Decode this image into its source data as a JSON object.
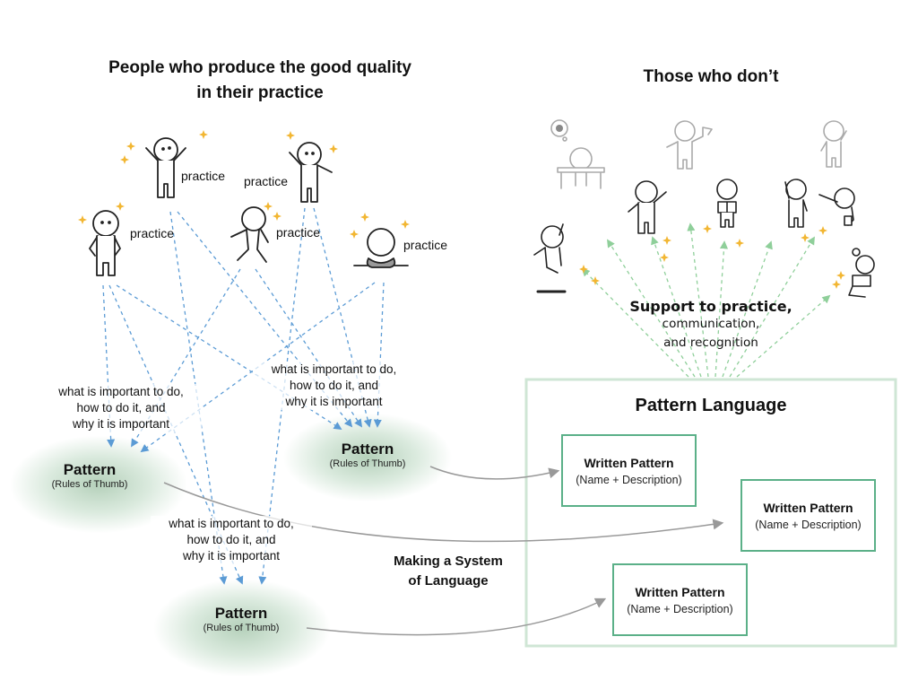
{
  "left_section": {
    "title_line1": "People who produce the good quality",
    "title_line2": "in their practice",
    "people": [
      {
        "label": "practice",
        "pose": "arms-up"
      },
      {
        "label": "practice",
        "pose": "waving"
      },
      {
        "label": "practice",
        "pose": "hand-on-hip"
      },
      {
        "label": "practice",
        "pose": "running"
      },
      {
        "label": "practice",
        "pose": "working-clay"
      }
    ],
    "annotations": [
      {
        "line1": "what is  important to do,",
        "line2": "how to  do it, and",
        "line3": "why it is important"
      },
      {
        "line1": "what is  important to do,",
        "line2": "how to  do it, and",
        "line3": "why it is important"
      },
      {
        "line1": "what is  important to do,",
        "line2": "how to  do it, and",
        "line3": "why it is important"
      }
    ],
    "patterns": [
      {
        "name": "Pattern",
        "subtitle": "(Rules of Thumb)"
      },
      {
        "name": "Pattern",
        "subtitle": "(Rules of Thumb)"
      },
      {
        "name": "Pattern",
        "subtitle": "(Rules of Thumb)"
      }
    ]
  },
  "right_section": {
    "title": "Those who don’t",
    "people": [
      {
        "pose": "sleeping-at-desk",
        "faded": true
      },
      {
        "pose": "waving-flag",
        "faded": true
      },
      {
        "pose": "thinking",
        "faded": true
      },
      {
        "pose": "jumping",
        "faded": false
      },
      {
        "pose": "waving",
        "faded": false
      },
      {
        "pose": "reading",
        "faded": false
      },
      {
        "pose": "scratching-head",
        "faded": false
      },
      {
        "pose": "reaching",
        "faded": false
      },
      {
        "pose": "reading-sitting-idea",
        "faded": false
      }
    ],
    "support_main": "Support to practice,",
    "support_line2": "communication,",
    "support_line3": "and recognition"
  },
  "pattern_language": {
    "title": "Pattern Language",
    "written_patterns": [
      {
        "name": "Written Pattern",
        "description": "(Name + Description)"
      },
      {
        "name": "Written Pattern",
        "description": "(Name + Description)"
      },
      {
        "name": "Written Pattern",
        "description": "(Name + Description)"
      }
    ]
  },
  "making_system": {
    "line1": "Making a System",
    "line2": "of Language"
  },
  "colors": {
    "blue_dash": "#5b9bd5",
    "green_dash": "#8fcf9a",
    "green_border": "#5bb088",
    "pl_border": "#cfe6d5",
    "sparkle": "#f2b632",
    "gray_arrow": "#999999"
  }
}
